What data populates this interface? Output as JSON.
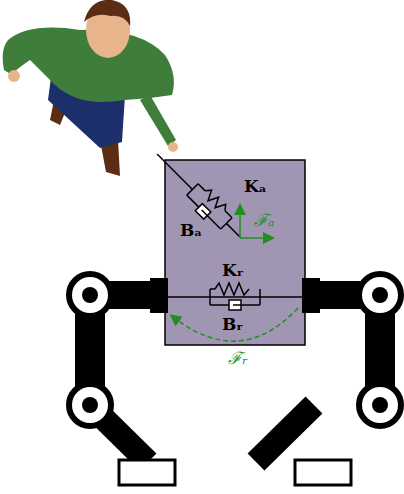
{
  "diagram": {
    "labels": [
      "Kₐ",
      "Bₐ",
      "ℱₐ",
      "Kᵣ",
      "Bᵣ",
      "ℱᵣ"
    ]
  }
}
